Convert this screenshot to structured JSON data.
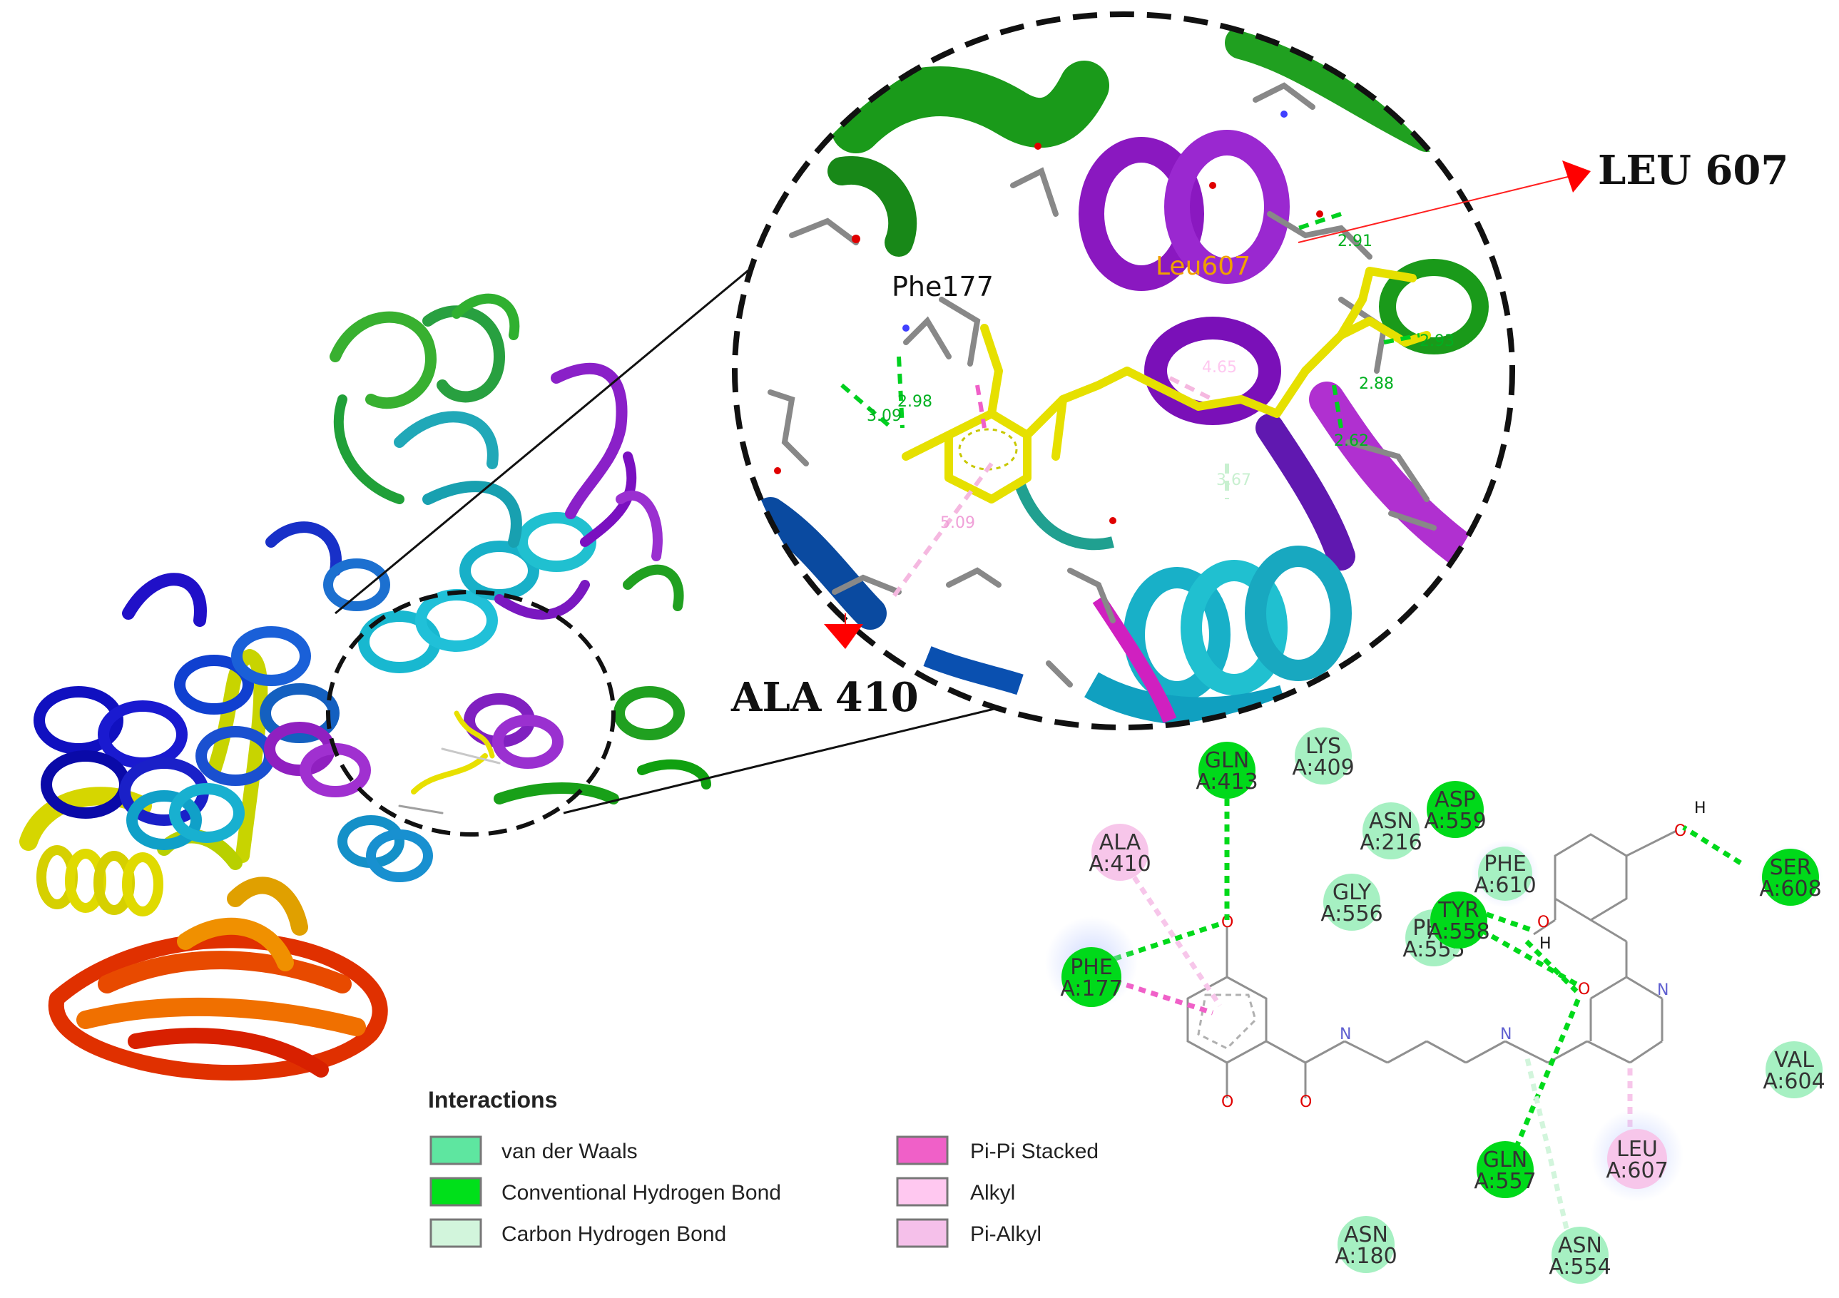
{
  "callouts": {
    "leu": "LEU 607",
    "ala": "ALA 410"
  },
  "zoom_labels": {
    "phe": "Phe177",
    "leu": "Leu607"
  },
  "distances": [
    "3.09",
    "2.98",
    "5.09",
    "4.65",
    "2.91",
    "2.88",
    "2.93",
    "2.62",
    "3.67"
  ],
  "residues": [
    {
      "name": "GLN",
      "id": "A:413",
      "type": "hbond"
    },
    {
      "name": "LYS",
      "id": "A:409",
      "type": "vdw"
    },
    {
      "name": "ASP",
      "id": "A:559",
      "type": "hbond"
    },
    {
      "name": "ASN",
      "id": "A:216",
      "type": "vdw"
    },
    {
      "name": "ALA",
      "id": "A:410",
      "type": "alkyl"
    },
    {
      "name": "PHE",
      "id": "A:610",
      "type": "vdw"
    },
    {
      "name": "GLY",
      "id": "A:556",
      "type": "vdw"
    },
    {
      "name": "TYR",
      "id": "A:558",
      "type": "hbond"
    },
    {
      "name": "PHE",
      "id": "A:555",
      "type": "vdw"
    },
    {
      "name": "PHE",
      "id": "A:177",
      "type": "hbond"
    },
    {
      "name": "SER",
      "id": "A:608",
      "type": "hbond"
    },
    {
      "name": "VAL",
      "id": "A:604",
      "type": "vdw"
    },
    {
      "name": "GLN",
      "id": "A:557",
      "type": "hbond"
    },
    {
      "name": "LEU",
      "id": "A:607",
      "type": "alkyl"
    },
    {
      "name": "ASN",
      "id": "A:180",
      "type": "vdw"
    },
    {
      "name": "ASN",
      "id": "A:554",
      "type": "vdw"
    }
  ],
  "ligand_atoms": [
    "O",
    "O",
    "O",
    "O",
    "O",
    "O",
    "N",
    "N",
    "N",
    "H",
    "H"
  ],
  "legend": {
    "title": "Interactions",
    "items": [
      {
        "label": "van der Waals",
        "color": "#5ee6a0"
      },
      {
        "label": "Conventional Hydrogen Bond",
        "color": "#00e01a"
      },
      {
        "label": "Carbon Hydrogen Bond",
        "color": "#d2f5dc"
      },
      {
        "label": "Pi-Pi Stacked",
        "color": "#f060c8"
      },
      {
        "label": "Alkyl",
        "color": "#ffc8f0"
      },
      {
        "label": "Pi-Alkyl",
        "color": "#f5c0ea"
      }
    ]
  },
  "colors": {
    "hbond": "#00d91a",
    "vdw": "#a6f0c2",
    "alkyl": "#f7c6ea",
    "pipi": "#f060c8",
    "callout_arrow": "#ff0000",
    "ligand": "#e8e000"
  }
}
